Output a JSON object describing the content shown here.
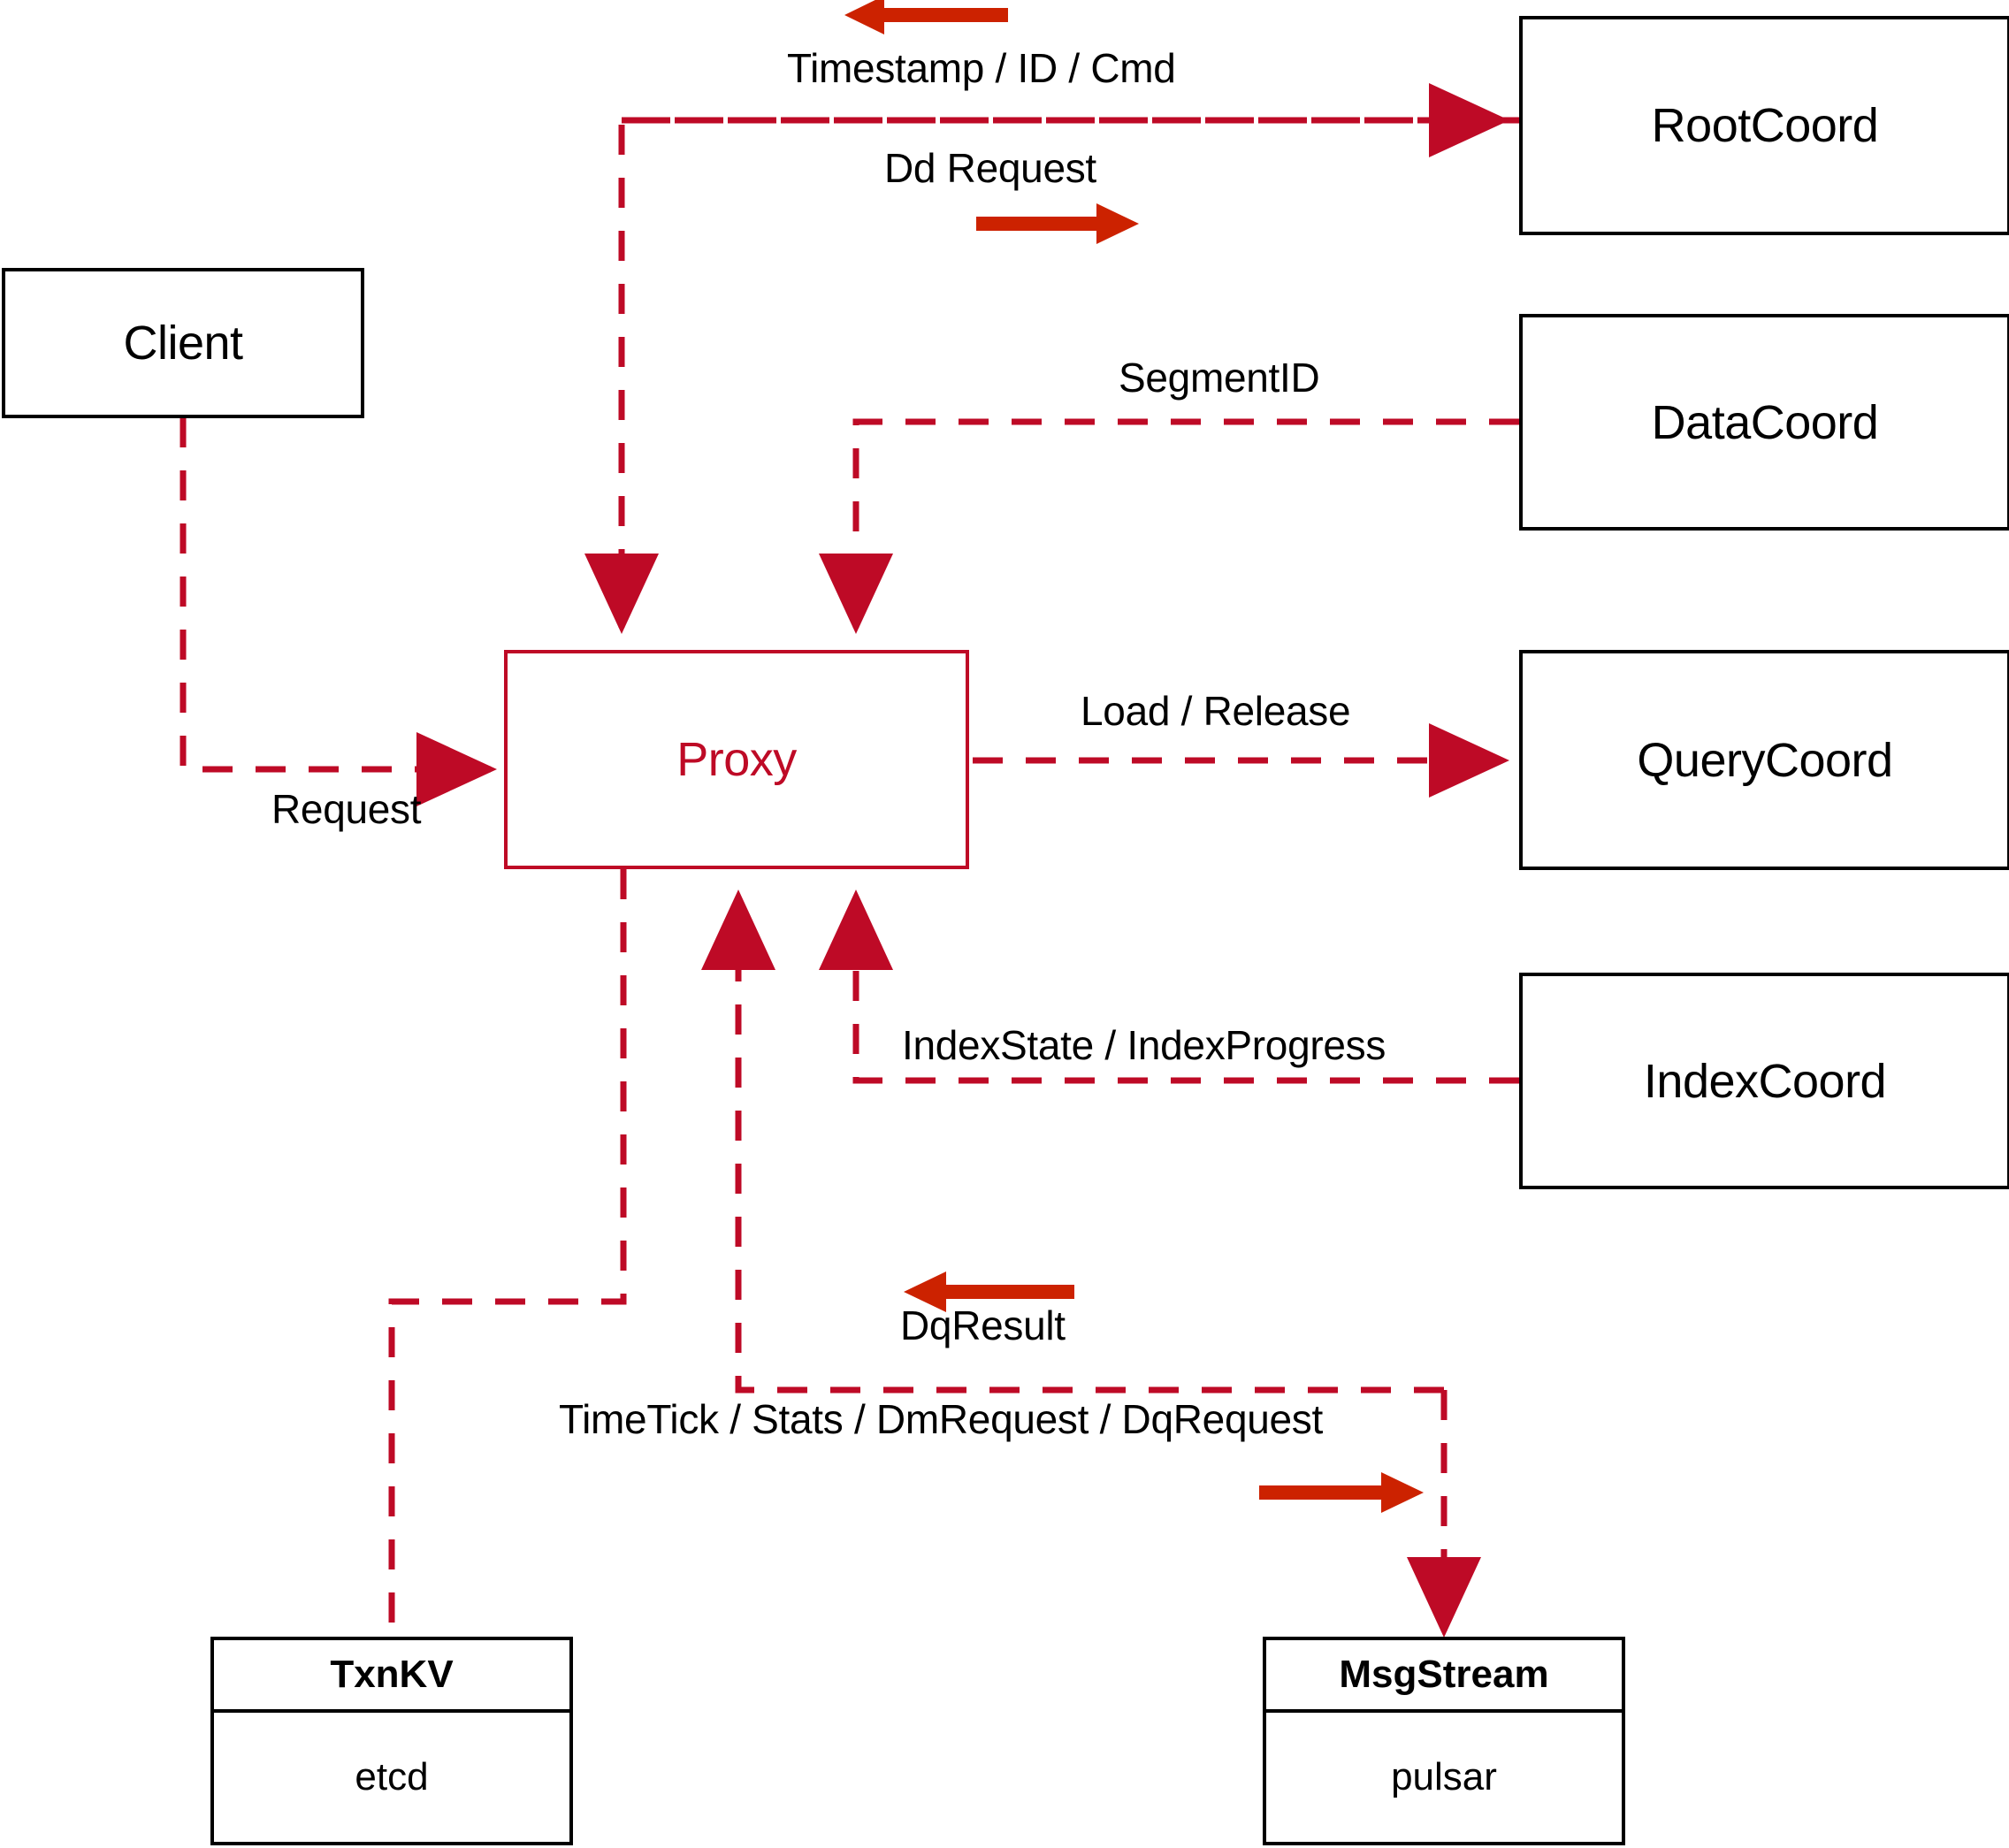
{
  "colors": {
    "node_stroke": "#000000",
    "proxy_stroke": "#BE0A26",
    "dashed_edge": "#BE0A26",
    "bold_arrow": "#CC2200",
    "background": "#FFFFFF",
    "text": "#000000"
  },
  "nodes": {
    "client": {
      "label": "Client"
    },
    "proxy": {
      "label": "Proxy"
    },
    "root_coord": {
      "label": "RootCoord"
    },
    "data_coord": {
      "label": "DataCoord"
    },
    "query_coord": {
      "label": "QueryCoord"
    },
    "index_coord": {
      "label": "IndexCoord"
    },
    "txnkv": {
      "title": "TxnKV",
      "impl": "etcd"
    },
    "msgstream": {
      "title": "MsgStream",
      "impl": "pulsar"
    }
  },
  "edge_labels": {
    "timestamp_id_cmd": "Timestamp / ID / Cmd",
    "dd_request": "Dd Request",
    "segment_id": "SegmentID",
    "request": "Request",
    "load_release": "Load / Release",
    "index_state_progress": "IndexState / IndexProgress",
    "dq_result": "DqResult",
    "timetick_stats_dm_dq": "TimeTick / Stats / DmRequest / DqRequest"
  }
}
